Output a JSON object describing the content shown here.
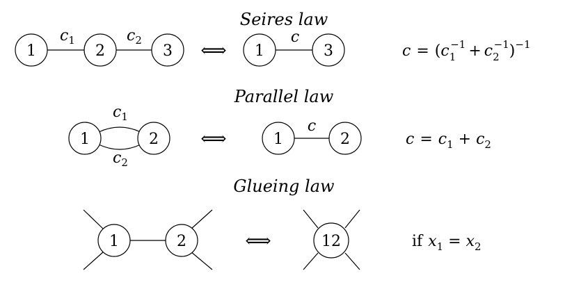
{
  "series_section": {
    "title": "Seires law",
    "left_nodes": [
      "1",
      "2",
      "3"
    ],
    "left_edges": [
      {
        "sym": "c",
        "sub": "1"
      },
      {
        "sym": "c",
        "sub": "2"
      }
    ],
    "equiv": "⟺",
    "right_nodes": [
      "1",
      "3"
    ],
    "right_edge": "c",
    "formula": {
      "lhs": "c",
      "eq": "=",
      "open": "(",
      "c": "c",
      "sub1": "1",
      "sup": "−1",
      "plus": "+",
      "sub2": "2",
      "close": ")",
      "outer_sup": "−1"
    }
  },
  "parallel_section": {
    "title": "Parallel law",
    "left_nodes": [
      "1",
      "2"
    ],
    "left_edges": [
      {
        "sym": "c",
        "sub": "1"
      },
      {
        "sym": "c",
        "sub": "2"
      }
    ],
    "equiv": "⟺",
    "right_nodes": [
      "1",
      "2"
    ],
    "right_edge": "c",
    "formula": {
      "lhs": "c",
      "eq": "=",
      "c": "c",
      "sub1": "1",
      "plus": "+",
      "sub2": "2"
    }
  },
  "glueing_section": {
    "title": "Glueing law",
    "left_nodes": [
      "1",
      "2"
    ],
    "equiv": "⟺",
    "right_node": "12",
    "condition": {
      "if": "if",
      "x": "x",
      "sub1": "1",
      "eq": "=",
      "sub2": "2"
    }
  }
}
